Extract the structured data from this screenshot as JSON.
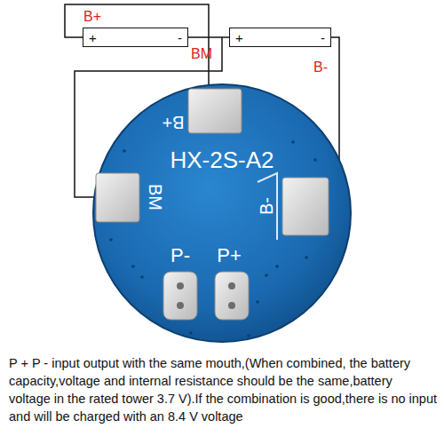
{
  "diagram": {
    "caption": "P + P - input output with the same mouth,(When combined, the battery capacity,voltage and internal resistance should be the same,battery voltage in the rated tower 3.7 V).If the combination is good,there is no input and will be charged with an 8.4 V voltage",
    "nodes": [
      {
        "text": [
          "+",
          "-"
        ]
      },
      {
        "text": [
          "+",
          "-"
        ]
      }
    ],
    "edges": [
      {
        "from": 0,
        "to": 1,
        "arrow": "none"
      }
    ],
    "labels": [
      "B+",
      "BM",
      "B-",
      "B+",
      "HX-2S-A2",
      "BM",
      "B-",
      "P-",
      "P+"
    ]
  }
}
